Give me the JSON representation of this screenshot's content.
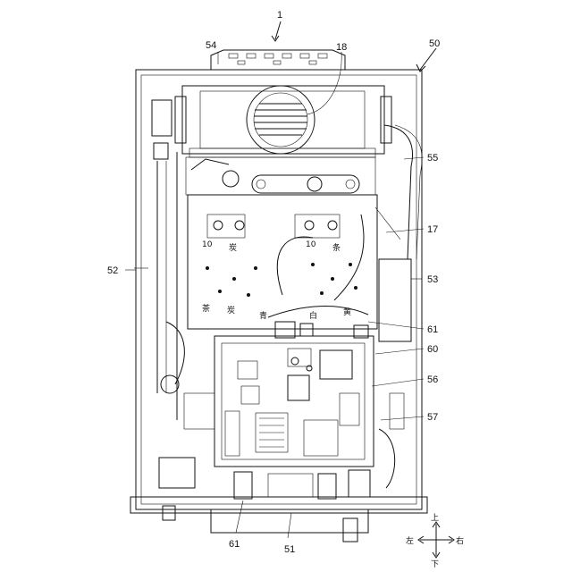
{
  "figure": {
    "labels": {
      "l1": "1",
      "l18": "18",
      "l50": "50",
      "l51": "51",
      "l52": "52",
      "l53": "53",
      "l54": "54",
      "l55": "55",
      "l56": "56",
      "l57": "57",
      "l60": "60",
      "l61a": "61",
      "l61b": "61",
      "l17": "17"
    },
    "compass": {
      "up": "上",
      "down": "下",
      "left": "左",
      "right": "右"
    }
  }
}
